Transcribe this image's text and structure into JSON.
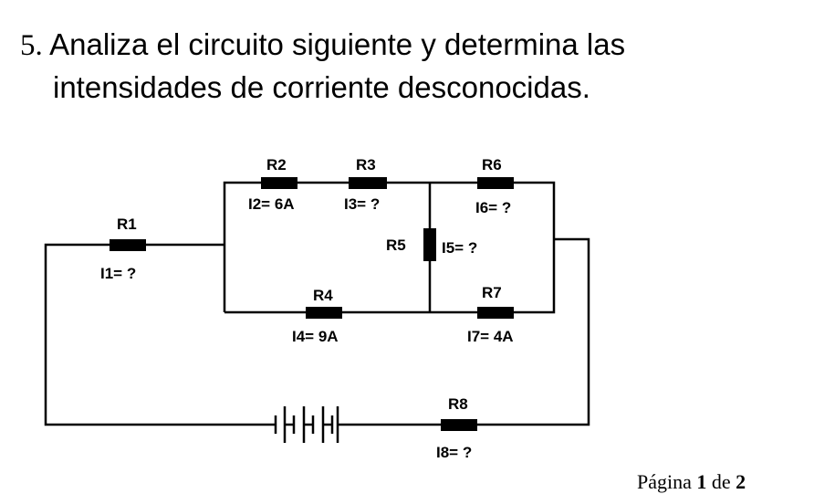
{
  "question": {
    "number": "5.",
    "line1": "Analiza el circuito siguiente y determina las",
    "line2": "intensidades de corriente desconocidas."
  },
  "circuit": {
    "resistors": [
      {
        "name": "R1",
        "current": "I1= ?"
      },
      {
        "name": "R2",
        "current": "I2= 6A"
      },
      {
        "name": "R3",
        "current": "I3= ?"
      },
      {
        "name": "R4",
        "current": "I4= 9A"
      },
      {
        "name": "R5",
        "current": "I5= ?"
      },
      {
        "name": "R6",
        "current": "I6= ?"
      },
      {
        "name": "R7",
        "current": "I7= 4A"
      },
      {
        "name": "R8",
        "current": "I8= ?"
      }
    ]
  },
  "footer": {
    "page_word": "Página",
    "page": "1",
    "of_word": "de",
    "total": "2"
  }
}
